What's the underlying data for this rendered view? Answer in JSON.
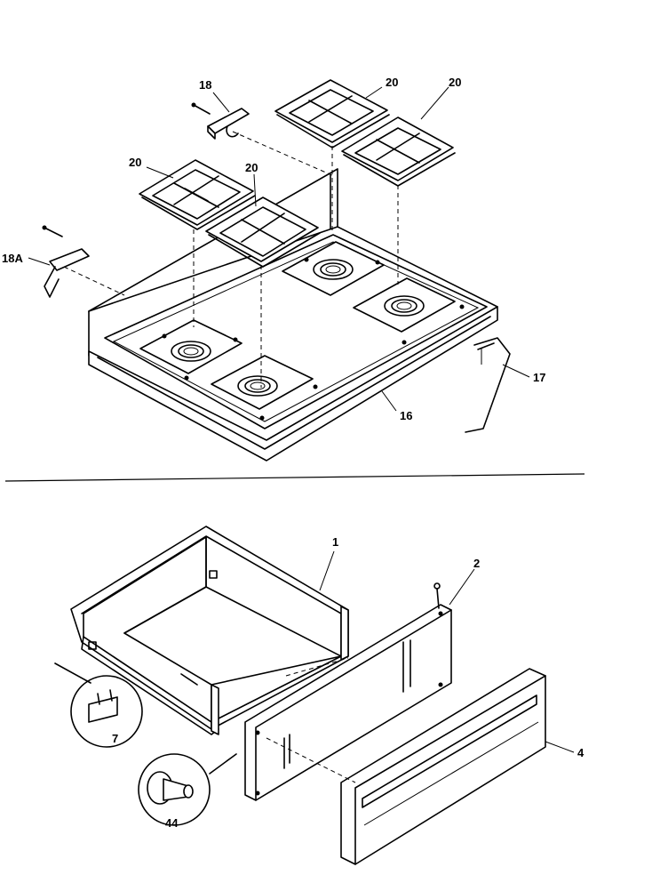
{
  "diagram": {
    "top_section": {
      "labels": {
        "l18": "18",
        "l18a": "18A",
        "l20a": "20",
        "l20b": "20",
        "l20c": "20",
        "l20d": "20",
        "l16": "16",
        "l17": "17"
      }
    },
    "bottom_section": {
      "labels": {
        "l1": "1",
        "l2": "2",
        "l4": "4",
        "l7": "7",
        "l44": "44"
      }
    }
  }
}
